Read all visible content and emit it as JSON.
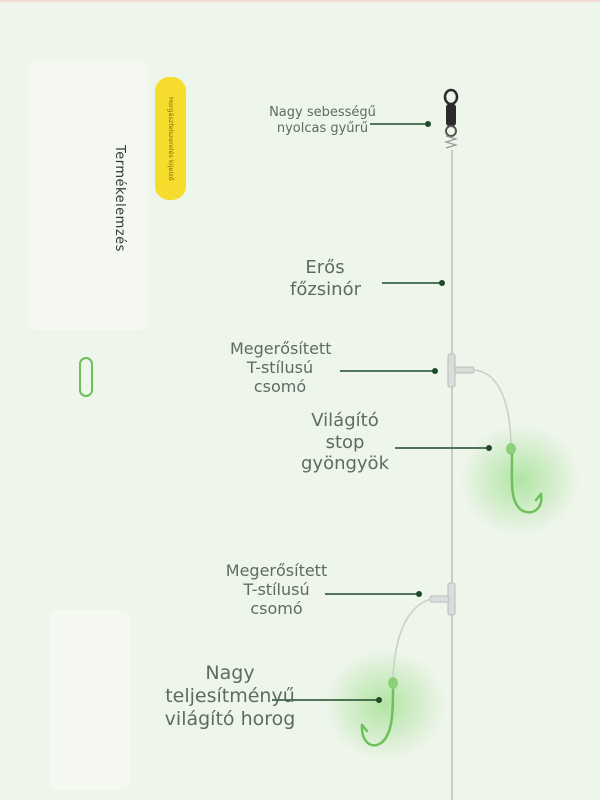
{
  "title": "Termékelemzés",
  "badge": "Horgászfelszerelés kijelző",
  "labels": {
    "swivel": [
      "Nagy sebességű",
      "nyolcas gyűrű"
    ],
    "main_line": [
      "Erős",
      "főzsinór"
    ],
    "knot_top": [
      "Megerősített",
      "T-stílusú",
      "csomó"
    ],
    "stop_beads": [
      "Világító",
      "stop",
      "gyöngyök"
    ],
    "knot_bottom": [
      "Megerősített",
      "T-stílusú",
      "csomó"
    ],
    "hook": [
      "Nagy",
      "teljesítményű",
      "világító horog"
    ]
  },
  "colors": {
    "background": "#eef5ea",
    "leader": "#1f4a2a",
    "glow": "#7ed66a",
    "badge": "#f6dc2c",
    "accent_outline": "#6fbe5a"
  }
}
